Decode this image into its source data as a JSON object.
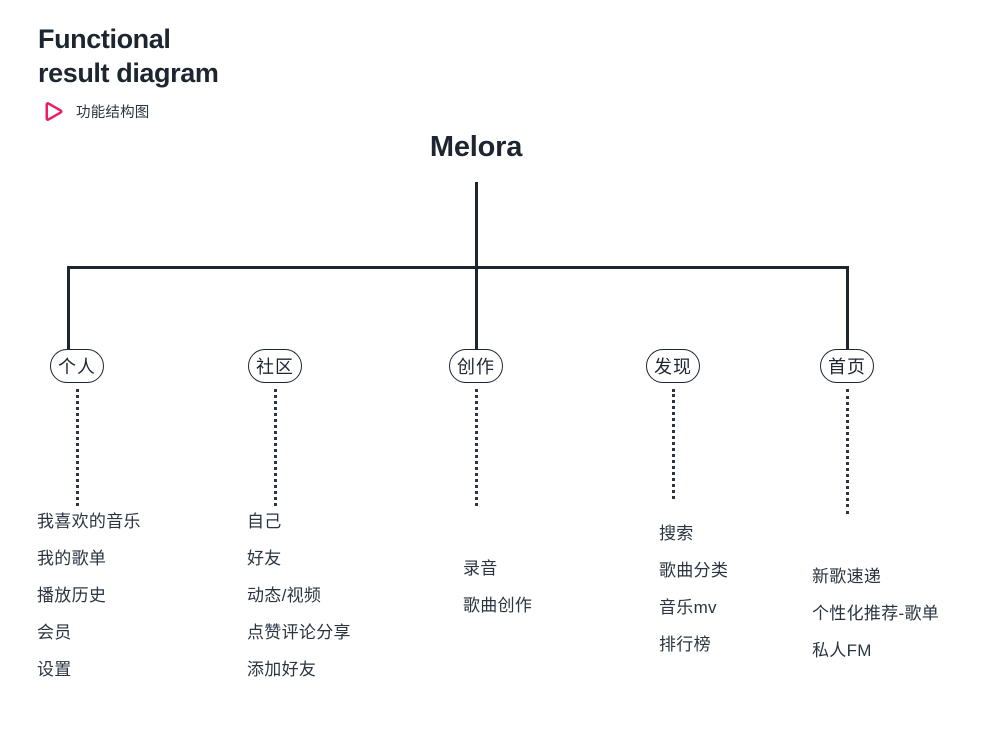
{
  "header": {
    "title": "Functional\nresult diagram",
    "subtitle": "功能结构图",
    "subtitle_icon": "play-triangle-icon",
    "accent_color": "#ec1e61",
    "text_color": "#1d2530"
  },
  "diagram": {
    "root": {
      "label": "Melora"
    },
    "line_color": "#1d2530",
    "branches": [
      {
        "label": "个人",
        "leaves": [
          "我喜欢的音乐",
          "我的歌单",
          "播放历史",
          "会员",
          "设置"
        ]
      },
      {
        "label": "社区",
        "leaves": [
          "自己",
          "好友",
          "动态/视频",
          "点赞评论分享",
          "添加好友"
        ]
      },
      {
        "label": "创作",
        "leaves": [
          "录音",
          "歌曲创作"
        ]
      },
      {
        "label": "发现",
        "leaves": [
          "搜索",
          "歌曲分类",
          "音乐mv",
          "排行榜"
        ]
      },
      {
        "label": "首页",
        "leaves": [
          "新歌速递",
          "个性化推荐-歌单",
          "私人FM"
        ]
      }
    ]
  }
}
